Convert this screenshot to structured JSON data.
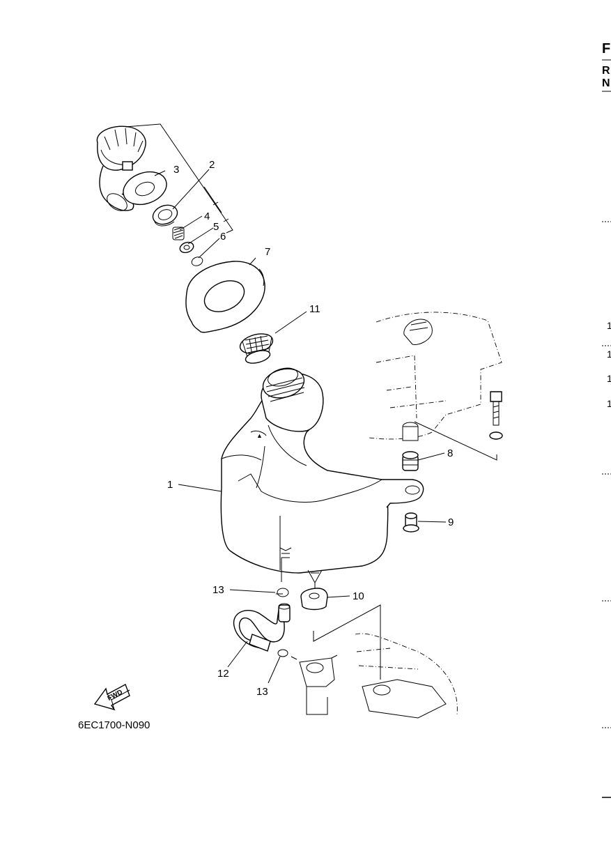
{
  "diagram": {
    "drawing_code": "6EC1700-N090",
    "fwd_label": "FWD",
    "callouts": {
      "c1": "1",
      "c2": "2",
      "c3": "3",
      "c4": "4",
      "c5": "5",
      "c6": "6",
      "c7": "7",
      "c8": "8",
      "c9": "9",
      "c10": "10",
      "c11": "11",
      "c12": "12",
      "c13a": "13",
      "c13b": "13"
    }
  },
  "edge": {
    "header_letter": "F",
    "row_letter_1": "R",
    "row_letter_2": "N",
    "cut_digits": [
      "1",
      "1",
      "1",
      "1"
    ]
  }
}
